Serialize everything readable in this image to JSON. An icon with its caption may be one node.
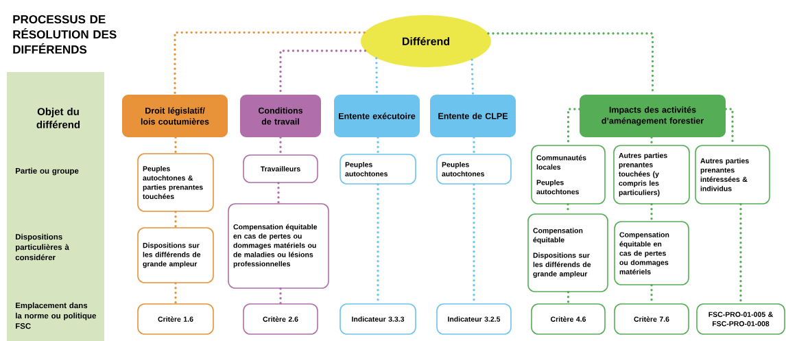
{
  "diagram": {
    "title": "PROCESSUS DE RÉSOLUTION DES DIFFÉRENDS",
    "nodes": [
      {
        "text": [
          "Différend"
        ]
      },
      {
        "text": [
          "Droit législatif/ lois coutumières"
        ]
      },
      {
        "text": [
          "Conditions de travail"
        ]
      },
      {
        "text": [
          "Entente exécutoire"
        ]
      },
      {
        "text": [
          "Entente de CLPE"
        ]
      },
      {
        "text": [
          "Impacts des activités d’aménagement forestier"
        ]
      },
      {
        "text": [
          "Peuples autochtones & parties prenantes touchées"
        ]
      },
      {
        "text": [
          "Travailleurs"
        ]
      },
      {
        "text": [
          "Peuples autochtones"
        ]
      },
      {
        "text": [
          "Peuples autochtones"
        ]
      },
      {
        "text": [
          "Communautés locales",
          "Peuples autochtones"
        ]
      },
      {
        "text": [
          "Autres parties prenantes touchées (y compris les particuliers)"
        ]
      },
      {
        "text": [
          "Autres parties prenantes intéressées & individus"
        ]
      },
      {
        "text": [
          "Dispositions sur les différends de grande ampleur"
        ]
      },
      {
        "text": [
          "Compensation équitable en cas de pertes ou dommages matériels ou de maladies ou lésions professionnelles"
        ]
      },
      {
        "text": [
          "Compensation équitable",
          "Dispositions sur les différends de grande ampleur"
        ]
      },
      {
        "text": [
          "Compensation équitable en cas de pertes ou dommages matériels"
        ]
      },
      {
        "text": [
          "Critère 1.6"
        ]
      },
      {
        "text": [
          "Critère 2.6"
        ]
      },
      {
        "text": [
          "Indicateur 3.3.3"
        ]
      },
      {
        "text": [
          "Indicateur 3.2.5"
        ]
      },
      {
        "text": [
          "Critère 4.6"
        ]
      },
      {
        "text": [
          "Critère 7.6"
        ]
      },
      {
        "text": [
          "FSC-PRO-01-005 & FSC-PRO-01-008"
        ]
      },
      {
        "text": [
          "Objet du différend",
          "Partie ou groupe",
          "Dispositions particulières à considérer",
          "Emplacement dans la norme ou politique FSC"
        ]
      }
    ],
    "edges": [
      {
        "from": 0,
        "to": 1,
        "arrow": "none",
        "color": "#e8923a"
      },
      {
        "from": 0,
        "to": 2,
        "arrow": "none",
        "color": "#b06eaa"
      },
      {
        "from": 0,
        "to": 3,
        "arrow": "none",
        "color": "#6cc3ee"
      },
      {
        "from": 0,
        "to": 4,
        "arrow": "none",
        "color": "#6cc3ee"
      },
      {
        "from": 0,
        "to": 5,
        "arrow": "none",
        "color": "#55ad55"
      },
      {
        "from": 1,
        "to": 6,
        "arrow": "none",
        "color": "#e8923a"
      },
      {
        "from": 6,
        "to": 13,
        "arrow": "none",
        "color": "#e8923a"
      },
      {
        "from": 13,
        "to": 17,
        "arrow": "none",
        "color": "#e8923a"
      },
      {
        "from": 2,
        "to": 7,
        "arrow": "none",
        "color": "#b06eaa"
      },
      {
        "from": 7,
        "to": 14,
        "arrow": "none",
        "color": "#b06eaa"
      },
      {
        "from": 14,
        "to": 18,
        "arrow": "none",
        "color": "#b06eaa"
      },
      {
        "from": 3,
        "to": 8,
        "arrow": "none",
        "color": "#6cc3ee"
      },
      {
        "from": 8,
        "to": 19,
        "arrow": "none",
        "color": "#6cc3ee"
      },
      {
        "from": 4,
        "to": 9,
        "arrow": "none",
        "color": "#6cc3ee"
      },
      {
        "from": 9,
        "to": 20,
        "arrow": "none",
        "color": "#6cc3ee"
      },
      {
        "from": 5,
        "to": 10,
        "arrow": "none",
        "color": "#55ad55"
      },
      {
        "from": 5,
        "to": 11,
        "arrow": "none",
        "color": "#55ad55"
      },
      {
        "from": 5,
        "to": 12,
        "arrow": "none",
        "color": "#55ad55"
      },
      {
        "from": 10,
        "to": 15,
        "arrow": "none",
        "color": "#55ad55"
      },
      {
        "from": 15,
        "to": 21,
        "arrow": "none",
        "color": "#55ad55"
      },
      {
        "from": 11,
        "to": 16,
        "arrow": "none",
        "color": "#55ad55"
      },
      {
        "from": 16,
        "to": 22,
        "arrow": "none",
        "color": "#55ad55"
      },
      {
        "from": 12,
        "to": 23,
        "arrow": "none",
        "color": "#55ad55"
      }
    ]
  }
}
